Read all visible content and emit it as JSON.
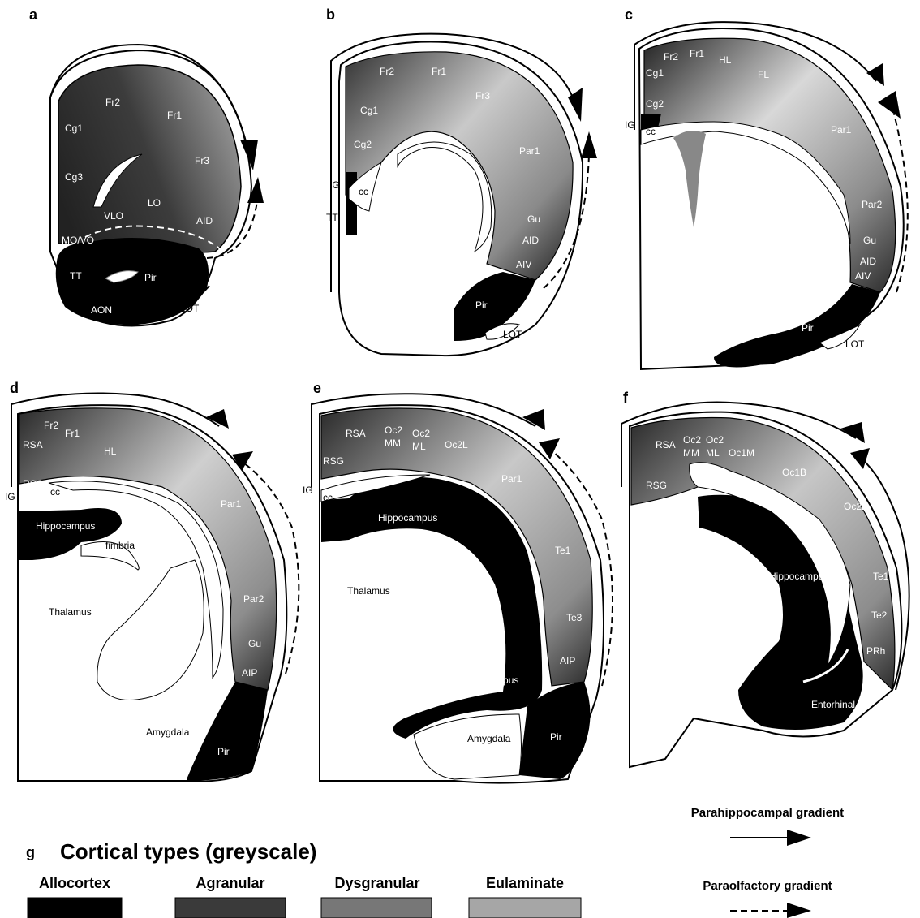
{
  "panels": {
    "a": {
      "label": "a",
      "regions": [
        "Fr2",
        "Fr1",
        "Cg1",
        "Fr3",
        "Cg3",
        "LO",
        "VLO",
        "AID",
        "MO/VO",
        "TT",
        "Pir",
        "AON",
        "LOT"
      ]
    },
    "b": {
      "label": "b",
      "regions": [
        "Fr2",
        "Fr1",
        "Fr3",
        "Cg1",
        "Cg2",
        "Par1",
        "IG",
        "cc",
        "TT",
        "Gu",
        "AID",
        "AIV",
        "Pir",
        "LOT"
      ]
    },
    "c": {
      "label": "c",
      "regions": [
        "Fr2",
        "Fr1",
        "HL",
        "Cg1",
        "FL",
        "Cg2",
        "IG",
        "cc",
        "Par1",
        "Par2",
        "Gu",
        "AID",
        "AIV",
        "Pir",
        "LOT"
      ]
    },
    "d": {
      "label": "d",
      "regions": [
        "Fr2",
        "Fr1",
        "RSA",
        "HL",
        "RSG",
        "cc",
        "IG",
        "Par1",
        "Hippocampus",
        "fimbria",
        "Thalamus",
        "Par2",
        "Gu",
        "AIP",
        "Amygdala",
        "Pir"
      ]
    },
    "e": {
      "label": "e",
      "regions": [
        "RSA",
        "Oc2",
        "MM",
        "Oc2",
        "ML",
        "Oc2L",
        "RSG",
        "IG",
        "cc",
        "Par1",
        "Hippocampus",
        "Te1",
        "Thalamus",
        "Te3",
        "AIP",
        "Hippocampus",
        "Amygdala",
        "Pir"
      ]
    },
    "f": {
      "label": "f",
      "regions": [
        "RSA",
        "Oc2",
        "MM",
        "Oc2",
        "ML",
        "Oc1M",
        "Oc1B",
        "RSG",
        "Oc2L",
        "Hippocampus",
        "Te1",
        "Te2",
        "PRh",
        "Entorhinal"
      ]
    }
  },
  "legend": {
    "panel_label": "g",
    "title": "Cortical types (greyscale)",
    "types": [
      {
        "name": "Allocortex",
        "color": "#000000"
      },
      {
        "name": "Agranular",
        "color": "#3a3a3a"
      },
      {
        "name": "Dysgranular",
        "color": "#777777"
      },
      {
        "name": "Eulaminate",
        "color": "#a6a6a6"
      }
    ],
    "gradients": [
      {
        "name": "Parahippocampal gradient",
        "style": "solid"
      },
      {
        "name": "Paraolfactory gradient",
        "style": "dashed"
      }
    ]
  },
  "colors": {
    "allocortex": "#000000",
    "agranular": "#3a3a3a",
    "dysgranular": "#777777",
    "eulaminate": "#a6a6a6"
  }
}
